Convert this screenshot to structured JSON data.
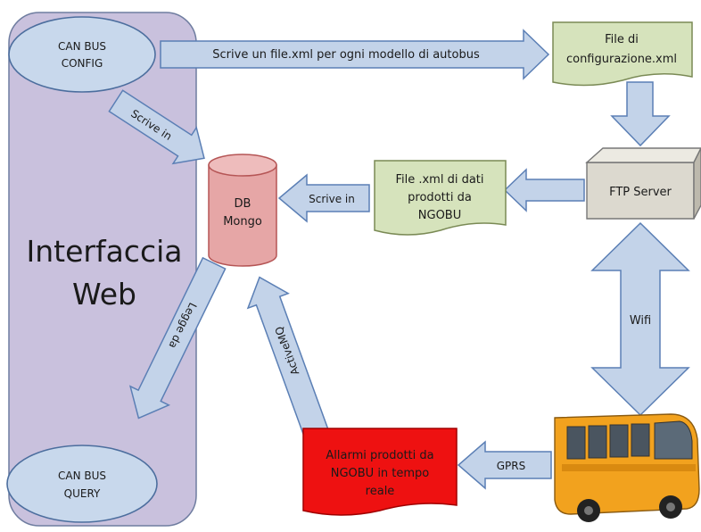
{
  "panel": {
    "title_line1": "Interfaccia",
    "title_line2": "Web"
  },
  "nodes": {
    "can_bus_config": {
      "line1": "CAN BUS",
      "line2": "CONFIG"
    },
    "can_bus_query": {
      "line1": "CAN BUS",
      "line2": "QUERY"
    },
    "db_mongo": {
      "line1": "DB",
      "line2": "Mongo"
    },
    "file_config": {
      "line1": "File di",
      "line2": "configurazione.xml"
    },
    "ftp_server": {
      "label": "FTP Server"
    },
    "file_dati": {
      "line1": "File .xml di dati",
      "line2": "prodotti da",
      "line3": "NGOBU"
    },
    "allarmi": {
      "line1": "Allarmi prodotti da",
      "line2": "NGOBU in tempo",
      "line3": "reale"
    }
  },
  "arrows": {
    "scrive_file": "Scrive un file.xml per ogni modello di autobus",
    "scrive_in_config": "Scrive in",
    "scrive_in_file": "Scrive in",
    "legge_da": "Legge da",
    "activemq": "ActiveMQ",
    "wifi": "Wifi",
    "gprs": "GPRS"
  },
  "colors": {
    "panel": "#c9c1dd",
    "ellipse": "#c8d8ec",
    "arrow": "#c3d3e9",
    "doc_green": "#d6e3bc",
    "db_red": "#e6a6a6",
    "ftp_gray": "#dcd9cf",
    "alarm_red": "#ee1111"
  }
}
